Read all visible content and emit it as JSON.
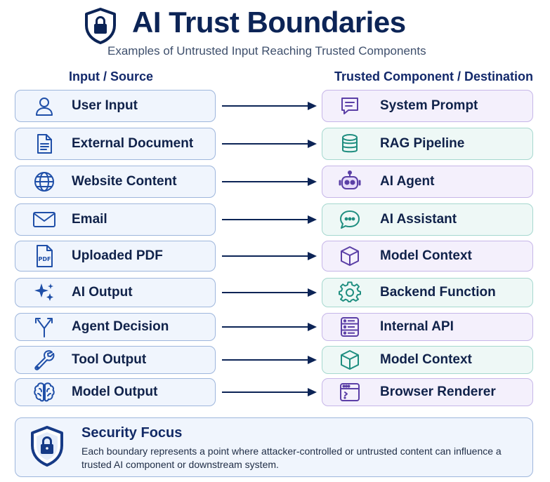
{
  "header": {
    "title": "AI Trust Boundaries",
    "subtitle": "Examples of Untrusted Input Reaching Trusted Components",
    "icon": "shield-lock-icon"
  },
  "columns": {
    "source_header": "Input / Source",
    "destination_header": "Trusted Component / Destination"
  },
  "rows": [
    {
      "source": "User Input",
      "source_icon": "user-icon",
      "destination": "System Prompt",
      "destination_icon": "message-square-icon",
      "destination_color": "purple"
    },
    {
      "source": "External Document",
      "source_icon": "document-icon",
      "destination": "RAG Pipeline",
      "destination_icon": "database-icon",
      "destination_color": "teal"
    },
    {
      "source": "Website Content",
      "source_icon": "globe-icon",
      "destination": "AI Agent",
      "destination_icon": "robot-icon",
      "destination_color": "purple"
    },
    {
      "source": "Email",
      "source_icon": "mail-icon",
      "destination": "AI Assistant",
      "destination_icon": "chat-bubble-icon",
      "destination_color": "teal"
    },
    {
      "source": "Uploaded PDF",
      "source_icon": "pdf-file-icon",
      "destination": "Model Context",
      "destination_icon": "cube-icon",
      "destination_color": "purple"
    },
    {
      "source": "AI Output",
      "source_icon": "sparkles-icon",
      "destination": "Backend Function",
      "destination_icon": "gear-icon",
      "destination_color": "teal"
    },
    {
      "source": "Agent Decision",
      "source_icon": "split-arrow-icon",
      "destination": "Internal API",
      "destination_icon": "server-icon",
      "destination_color": "purple"
    },
    {
      "source": "Tool Output",
      "source_icon": "wrench-icon",
      "destination": "Model Context",
      "destination_icon": "cube-icon",
      "destination_color": "teal"
    },
    {
      "source": "Model Output",
      "source_icon": "brain-icon",
      "destination": "Browser Renderer",
      "destination_icon": "browser-window-icon",
      "destination_color": "purple"
    }
  ],
  "security_focus": {
    "title": "Security Focus",
    "text": "Each boundary represents a point where attacker-controlled or untrusted content can influence a trusted AI component or downstream system.",
    "icon": "shield-lock-icon"
  },
  "colors": {
    "navy": "#0c2456",
    "icon_blue": "#1f4fa8",
    "purple_fill": "#f4f0fc",
    "purple_border": "#c6b6e8",
    "purple_icon": "#5b3fa6",
    "teal_fill": "#eef8f6",
    "teal_border": "#a6d8cf",
    "teal_icon": "#1f8e80",
    "source_fill": "#f0f5fd",
    "source_border": "#9eb6dc"
  }
}
